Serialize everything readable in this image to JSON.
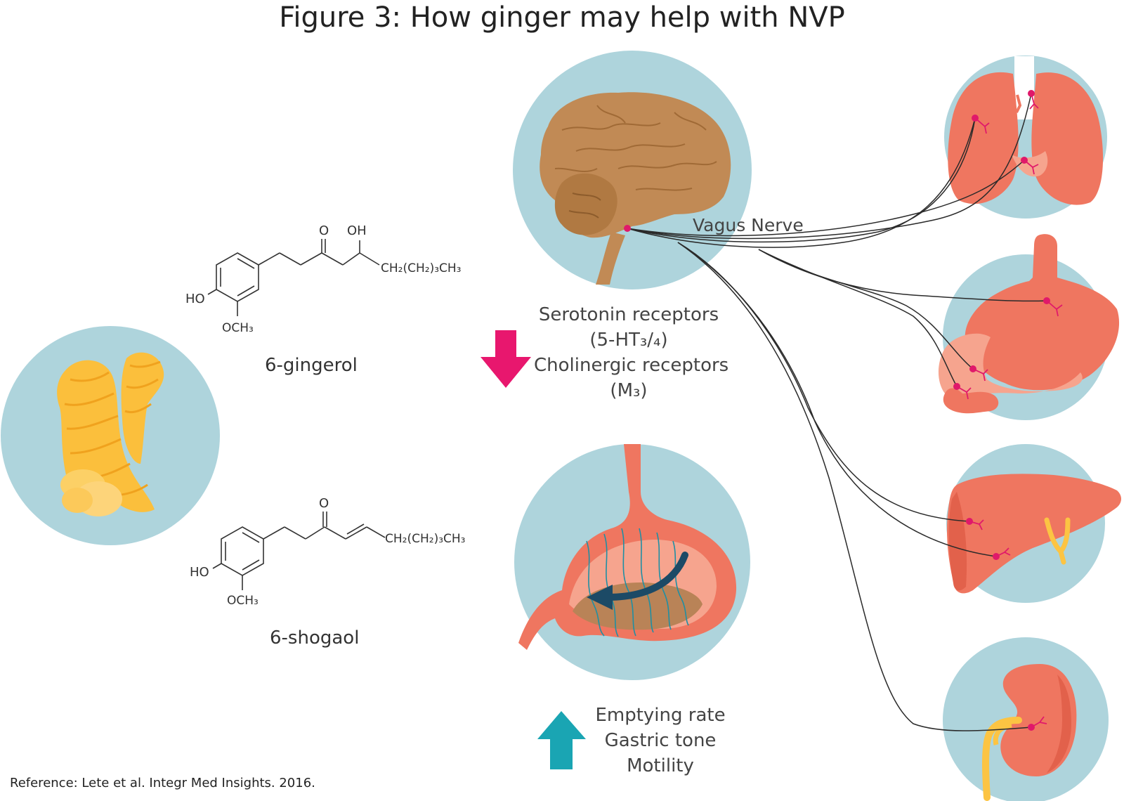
{
  "title": "Figure 3: How ginger may help with NVP",
  "compounds": {
    "gingerol": {
      "name": "6-gingerol",
      "carbonyl_o": "O",
      "hydroxyl": "OH",
      "chain": "CH₂(CH₂)₃CH₃",
      "ring_ho": "HO",
      "ring_och3": "OCH₃"
    },
    "shogaol": {
      "name": "6-shogaol",
      "carbonyl_o": "O",
      "chain": "CH₂(CH₂)₃CH₃",
      "ring_ho": "HO",
      "ring_och3": "OCH₃"
    }
  },
  "receptors": {
    "direction": "down",
    "line1": "Serotonin receptors",
    "line2": "(5-HT₃/₄)",
    "line3": "Cholinergic receptors",
    "line4": "(M₃)"
  },
  "gastric": {
    "direction": "up",
    "line1": "Emptying rate",
    "line2": "Gastric tone",
    "line3": "Motility"
  },
  "nerve_label": "Vagus Nerve",
  "reference": "Reference: Lete et al. Integr Med Insights. 2016.",
  "colors": {
    "circle_bg": "#aed4dc",
    "ginger": "#fbbf3c",
    "organ": "#ef7660",
    "organ_light": "#f6a48e",
    "brain": "#c18a55",
    "down_arrow": "#e8176e",
    "up_arrow": "#1aa5b3",
    "nerve_dot": "#e0196a",
    "bile_duct": "#fcc443"
  },
  "icons": [
    "ginger-root-icon",
    "brain-icon",
    "stomach-motility-icon",
    "lungs-icon",
    "stomach-icon",
    "liver-icon",
    "kidney-icon"
  ]
}
